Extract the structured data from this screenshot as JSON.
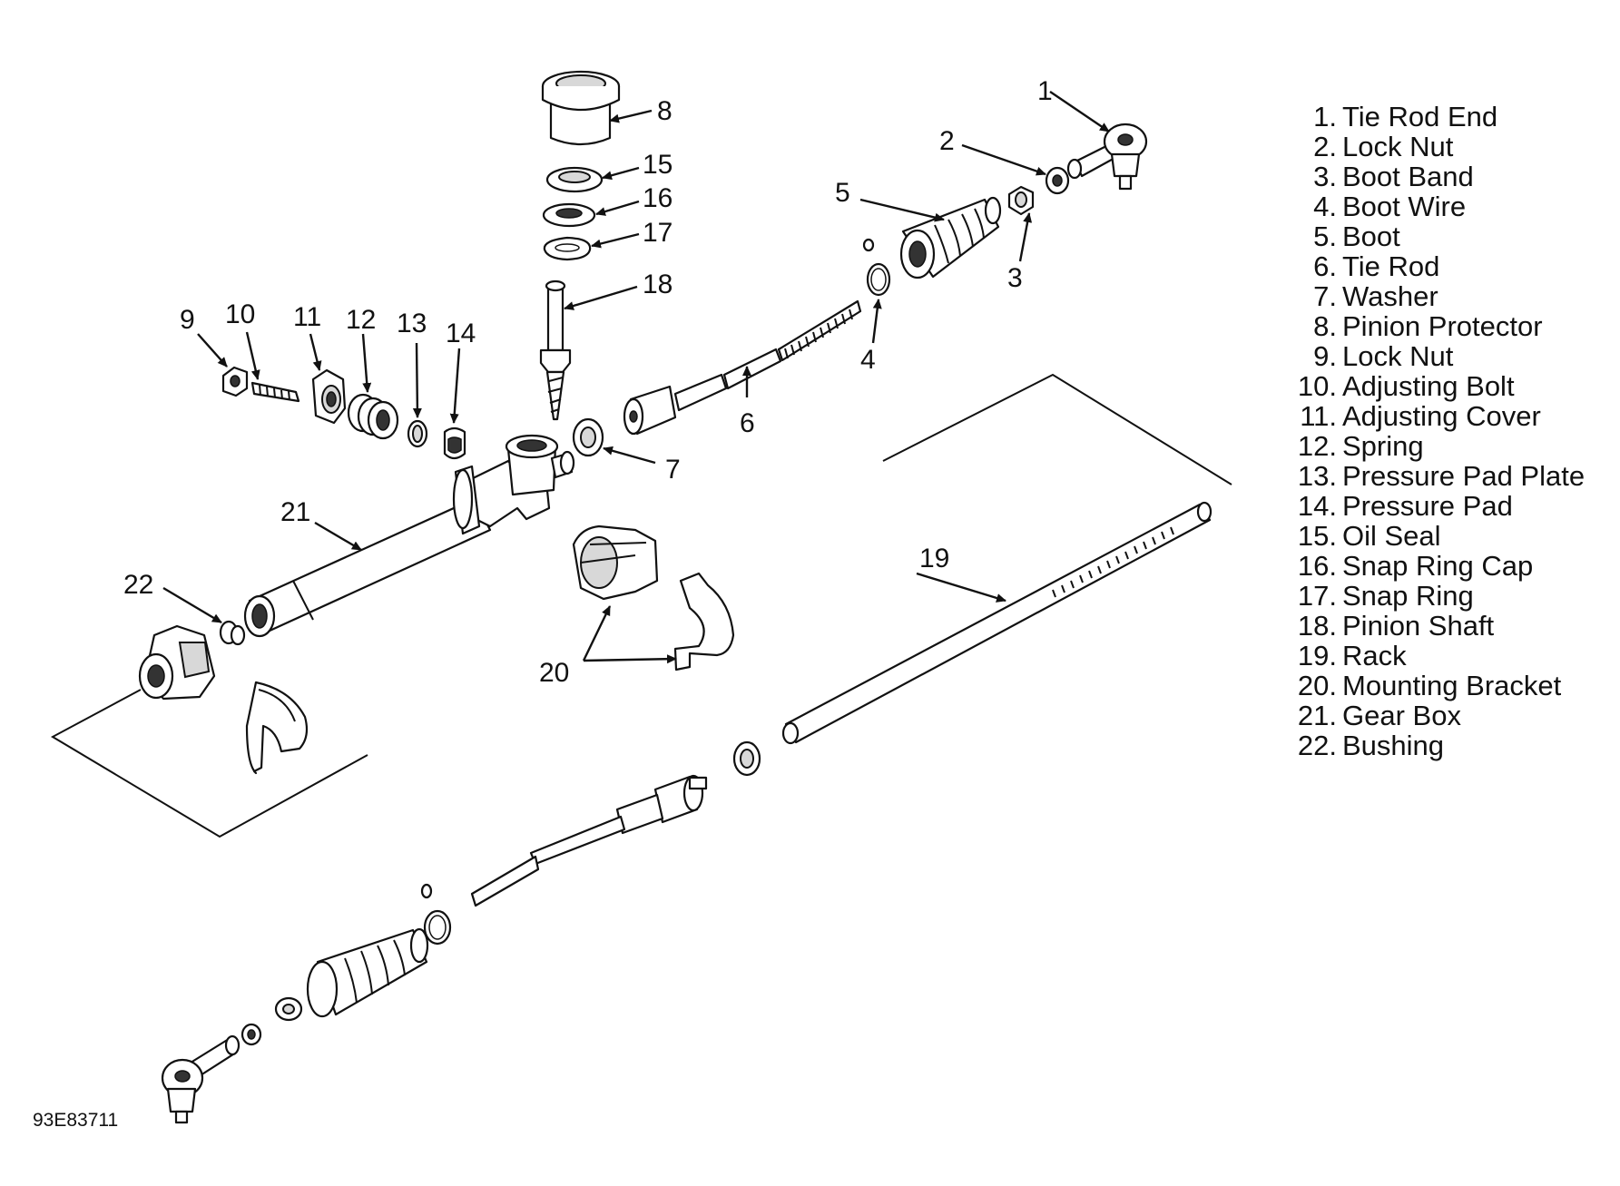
{
  "diagram": {
    "figure_code": "93E83711",
    "callouts": [
      "1",
      "2",
      "3",
      "4",
      "5",
      "6",
      "7",
      "8",
      "9",
      "10",
      "11",
      "12",
      "13",
      "14",
      "15",
      "16",
      "17",
      "18",
      "19",
      "20",
      "21",
      "22"
    ],
    "legend": [
      {
        "num": "1.",
        "label": "Tie Rod End"
      },
      {
        "num": "2.",
        "label": "Lock Nut"
      },
      {
        "num": "3.",
        "label": "Boot Band"
      },
      {
        "num": "4.",
        "label": "Boot Wire"
      },
      {
        "num": "5.",
        "label": "Boot"
      },
      {
        "num": "6.",
        "label": "Tie Rod"
      },
      {
        "num": "7.",
        "label": "Washer"
      },
      {
        "num": "8.",
        "label": "Pinion Protector"
      },
      {
        "num": "9.",
        "label": "Lock Nut"
      },
      {
        "num": "10.",
        "label": "Adjusting Bolt"
      },
      {
        "num": "11.",
        "label": "Adjusting Cover"
      },
      {
        "num": "12.",
        "label": "Spring"
      },
      {
        "num": "13.",
        "label": "Pressure Pad Plate"
      },
      {
        "num": "14.",
        "label": "Pressure Pad"
      },
      {
        "num": "15.",
        "label": "Oil Seal"
      },
      {
        "num": "16.",
        "label": "Snap Ring Cap"
      },
      {
        "num": "17.",
        "label": "Snap Ring"
      },
      {
        "num": "18.",
        "label": "Pinion Shaft"
      },
      {
        "num": "19.",
        "label": "Rack"
      },
      {
        "num": "20.",
        "label": "Mounting Bracket"
      },
      {
        "num": "21.",
        "label": "Gear Box"
      },
      {
        "num": "22.",
        "label": "Bushing"
      }
    ]
  }
}
